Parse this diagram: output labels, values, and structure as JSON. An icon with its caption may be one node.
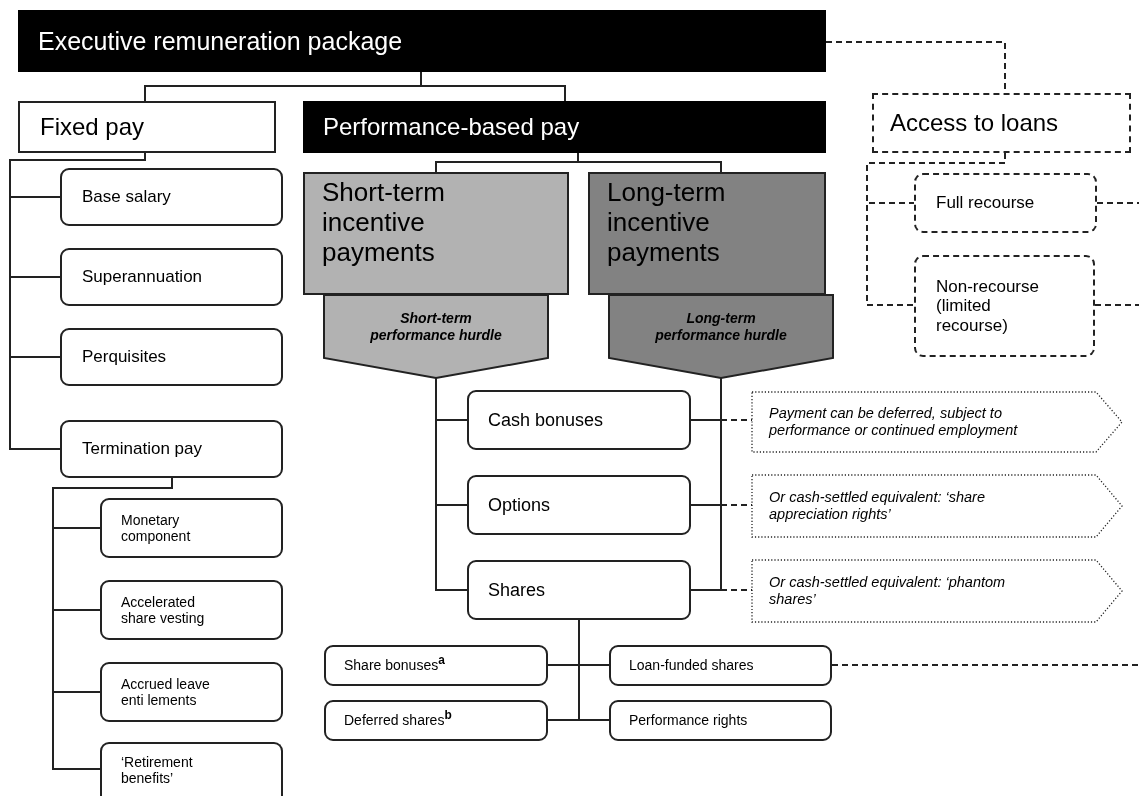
{
  "diagram": {
    "nodes": [
      {
        "text": [
          "Executive remuneration package"
        ]
      },
      {
        "text": [
          "Fixed pay"
        ]
      },
      {
        "text": [
          "Performance-based pay"
        ]
      },
      {
        "text": [
          "Access to loans"
        ]
      },
      {
        "text": [
          "Full recourse"
        ]
      },
      {
        "text": [
          "Non-recourse (limited recourse)"
        ]
      },
      {
        "text": [
          "Base salary"
        ]
      },
      {
        "text": [
          "Superannuation"
        ]
      },
      {
        "text": [
          "Perquisites"
        ]
      },
      {
        "text": [
          "Termination pay"
        ]
      },
      {
        "text": [
          "Monetary component"
        ]
      },
      {
        "text": [
          "Accelerated share vesting"
        ]
      },
      {
        "text": [
          "Accrued leave enti lements"
        ]
      },
      {
        "text": [
          "‘Retirement benefits’"
        ]
      },
      {
        "text": [
          "Short-term incentive payments"
        ]
      },
      {
        "text": [
          "Short-term performance hurdle"
        ]
      },
      {
        "text": [
          "Long-term incentive payments"
        ]
      },
      {
        "text": [
          "Long-term performance hurdle"
        ]
      },
      {
        "text": [
          "Cash bonuses"
        ]
      },
      {
        "text": [
          "Options"
        ]
      },
      {
        "text": [
          "Shares"
        ]
      },
      {
        "text": [
          "Share bonuses$^{a}$"
        ]
      },
      {
        "text": [
          "Deferred shares$^{b}$"
        ]
      },
      {
        "text": [
          "Loan-funded shares"
        ]
      },
      {
        "text": [
          "Performance rights"
        ]
      },
      {
        "text": [
          "Payment can be deferred, subject to performance or continued employment"
        ]
      },
      {
        "text": [
          "Or cash-settled equivalent: ‘share appreciation rights’"
        ]
      },
      {
        "text": [
          "Or cash-settled equivalent: ‘phantom shares’"
        ]
      }
    ],
    "edges": [
      {
        "from": 0,
        "to": 1,
        "arrow": "none"
      },
      {
        "from": 0,
        "to": 2,
        "arrow": "none"
      },
      {
        "from": 0,
        "to": 3,
        "arrow": "none",
        "style": "dashed"
      },
      {
        "from": 1,
        "to": 6,
        "arrow": "none"
      },
      {
        "from": 1,
        "to": 7,
        "arrow": "none"
      },
      {
        "from": 1,
        "to": 8,
        "arrow": "none"
      },
      {
        "from": 1,
        "to": 9,
        "arrow": "none"
      },
      {
        "from": 9,
        "to": 10,
        "arrow": "none"
      },
      {
        "from": 9,
        "to": 11,
        "arrow": "none"
      },
      {
        "from": 9,
        "to": 12,
        "arrow": "none"
      },
      {
        "from": 9,
        "to": 13,
        "arrow": "none"
      },
      {
        "from": 2,
        "to": 14,
        "arrow": "none"
      },
      {
        "from": 2,
        "to": 16,
        "arrow": "none"
      },
      {
        "from": 3,
        "to": 4,
        "arrow": "none",
        "style": "dashed"
      },
      {
        "from": 3,
        "to": 5,
        "arrow": "none",
        "style": "dashed"
      },
      {
        "from": 4,
        "to": null,
        "arrow": "none",
        "style": "dashed"
      },
      {
        "from": 5,
        "to": null,
        "arrow": "none",
        "style": "dashed"
      },
      {
        "from": 15,
        "to": 18,
        "arrow": "none"
      },
      {
        "from": 15,
        "to": 19,
        "arrow": "none"
      },
      {
        "from": 15,
        "to": 20,
        "arrow": "none"
      },
      {
        "from": 17,
        "to": 18,
        "arrow": "none"
      },
      {
        "from": 17,
        "to": 19,
        "arrow": "none"
      },
      {
        "from": 17,
        "to": 20,
        "arrow": "none"
      },
      {
        "from": 18,
        "to": 25,
        "arrow": "none",
        "style": "dashed"
      },
      {
        "from": 19,
        "to": 26,
        "arrow": "none",
        "style": "dashed"
      },
      {
        "from": 20,
        "to": 27,
        "arrow": "none",
        "style": "dashed"
      },
      {
        "from": 20,
        "to": 21,
        "arrow": "none"
      },
      {
        "from": 20,
        "to": 22,
        "arrow": "none"
      },
      {
        "from": 20,
        "to": 23,
        "arrow": "none"
      },
      {
        "from": 20,
        "to": 24,
        "arrow": "none"
      },
      {
        "from": 23,
        "to": null,
        "arrow": "none",
        "style": "dashed"
      }
    ]
  }
}
